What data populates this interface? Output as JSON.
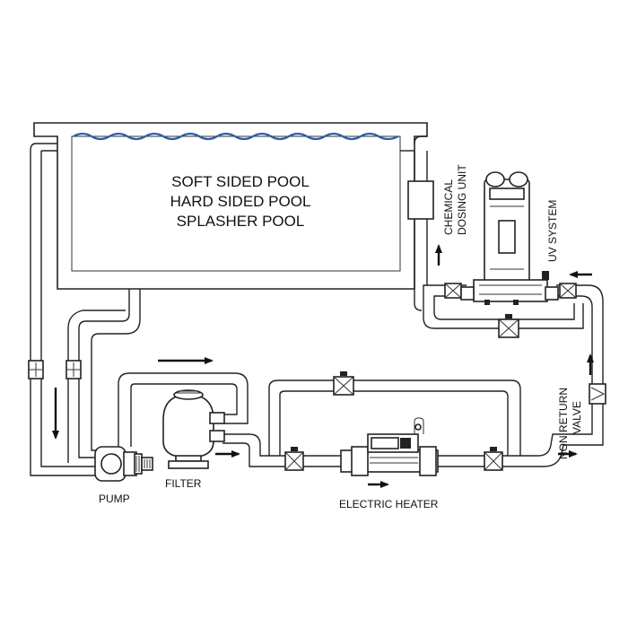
{
  "pool": {
    "line1": "SOFT SIDED POOL",
    "line2": "HARD SIDED POOL",
    "line3": "SPLASHER POOL"
  },
  "labels": {
    "pump": "PUMP",
    "filter": "FILTER",
    "heater": "ELECTRIC HEATER",
    "chemical_line1": "CHEMICAL",
    "chemical_line2": "DOSING UNIT",
    "uv": "UV SYSTEM",
    "nrv_line1": "NON RETURN",
    "nrv_line2": "VALVE"
  },
  "colors": {
    "water": "#2b5fa8",
    "lines": "#222222"
  },
  "icons": {
    "flow_arrow": "arrow-icon",
    "valve": "valve-icon"
  }
}
